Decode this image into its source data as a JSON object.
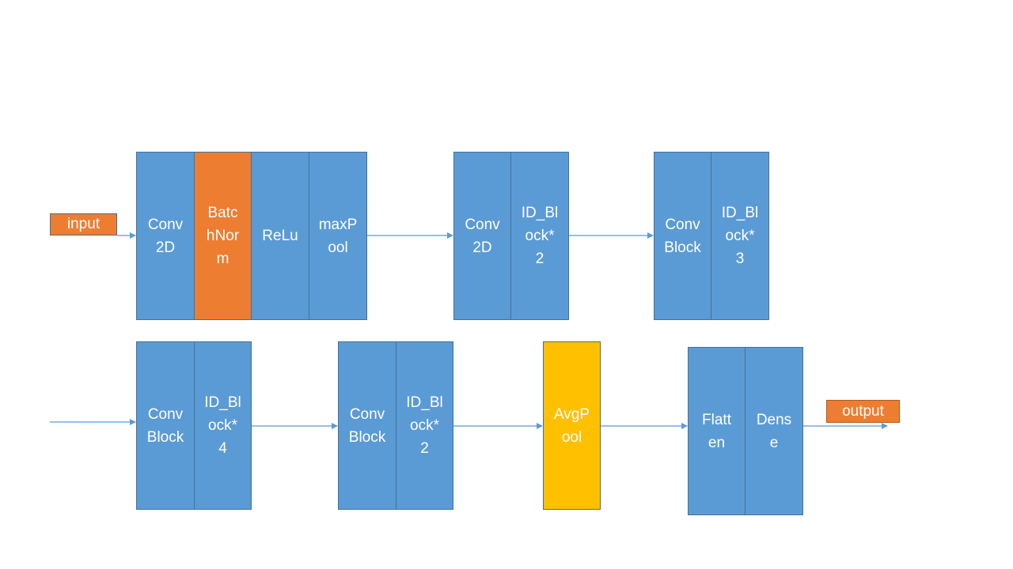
{
  "input_label": "input",
  "output_label": "output",
  "row1": {
    "stem": [
      "Conv\n2D",
      "Batc\nhNor\nm",
      "ReLu",
      "maxP\nool"
    ],
    "stage2": [
      "Conv\n2D",
      "ID_Bl\nock*\n2"
    ],
    "stage3": [
      "Conv\nBlock",
      "ID_Bl\nock*\n3"
    ]
  },
  "row2": {
    "stage4": [
      "Conv\nBlock",
      "ID_Bl\nock*\n4"
    ],
    "stage5": [
      "Conv\nBlock",
      "ID_Bl\nock*\n2"
    ],
    "pool": "AvgP\nool",
    "head": [
      "Flatt\nen",
      "Dens\ne"
    ]
  },
  "colors": {
    "layer": "#5b9bd5",
    "batchnorm": "#ed7d31",
    "avgpool": "#ffc000",
    "io": "#ed7d31",
    "arrow": "#5b9bd5"
  }
}
